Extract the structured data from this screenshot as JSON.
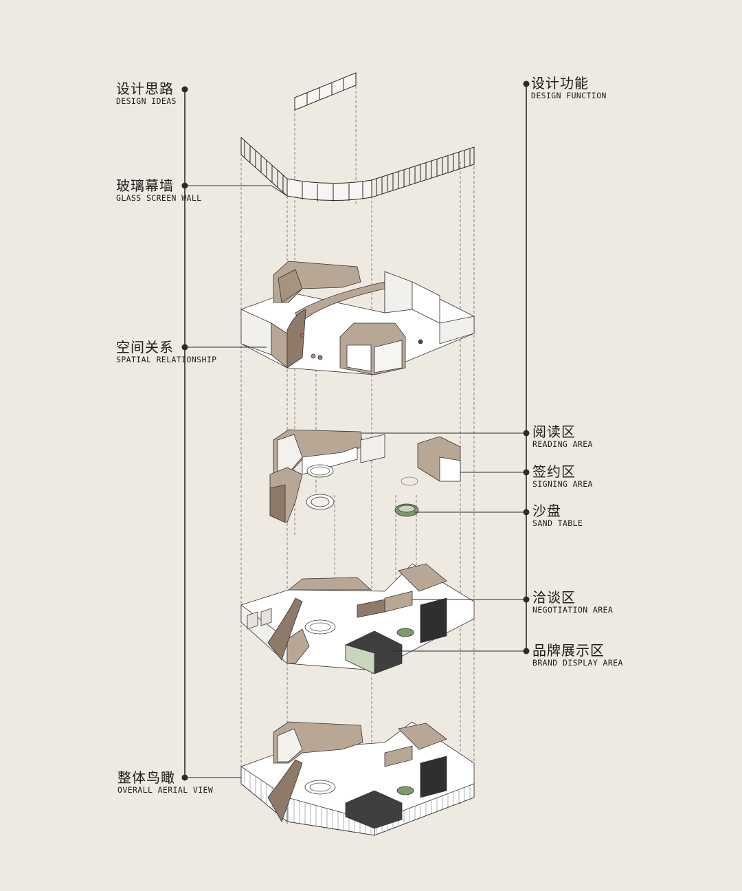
{
  "left_column": {
    "header": {
      "zh": "设计思路",
      "en": "DESIGN IDEAS"
    },
    "items": [
      {
        "zh": "玻璃幕墙",
        "en": "GLASS SCREEN WALL"
      },
      {
        "zh": "空间关系",
        "en": "SPATIAL RELATIONSHIP"
      },
      {
        "zh": "整体鸟瞰",
        "en": "OVERALL AERIAL VIEW"
      }
    ]
  },
  "right_column": {
    "header": {
      "zh": "设计功能",
      "en": "DESIGN FUNCTION"
    },
    "items": [
      {
        "zh": "阅读区",
        "en": "READING AREA"
      },
      {
        "zh": "签约区",
        "en": "SIGNING AREA"
      },
      {
        "zh": "沙盘",
        "en": "SAND TABLE"
      },
      {
        "zh": "洽谈区",
        "en": "NEGOTIATION AREA"
      },
      {
        "zh": "品牌展示区",
        "en": "BRAND DISPLAY AREA"
      }
    ]
  },
  "colors": {
    "background": "#eee9e1",
    "line": "#2b2b2b",
    "wood": "#b9a796",
    "wood_dark": "#8f7a69",
    "floor": "#ffffff",
    "wall_light": "#f3f1ee",
    "plant": "#7d9a6b"
  }
}
